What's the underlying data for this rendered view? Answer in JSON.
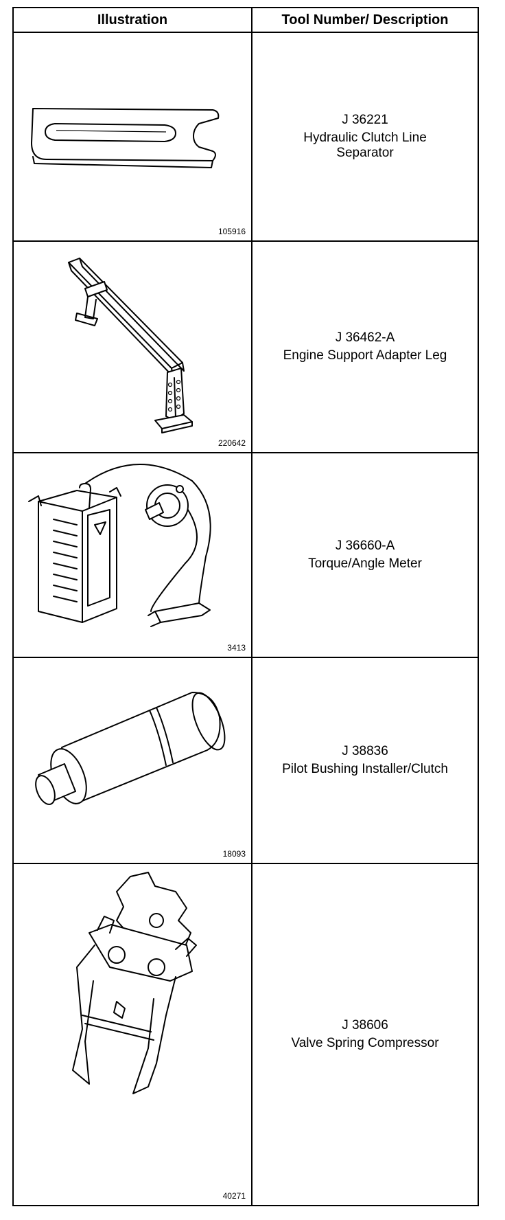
{
  "header": {
    "illustration": "Illustration",
    "tool": "Tool Number/ Description"
  },
  "rows": [
    {
      "figure": "105916",
      "tool_number": "J 36221",
      "description": "Hydraulic Clutch Line\nSeparator",
      "icon": "separator-plate-icon"
    },
    {
      "figure": "220642",
      "tool_number": "J 36462-A",
      "description": "Engine Support Adapter Leg",
      "icon": "adapter-leg-icon"
    },
    {
      "figure": "3413",
      "tool_number": "J 36660-A",
      "description": "Torque/Angle Meter",
      "icon": "torque-meter-icon"
    },
    {
      "figure": "18093",
      "tool_number": "J 38836",
      "description": "Pilot Bushing Installer/Clutch",
      "icon": "bushing-installer-icon"
    },
    {
      "figure": "40271",
      "tool_number": "J 38606",
      "description": "Valve Spring Compressor",
      "icon": "spring-compressor-icon"
    }
  ]
}
